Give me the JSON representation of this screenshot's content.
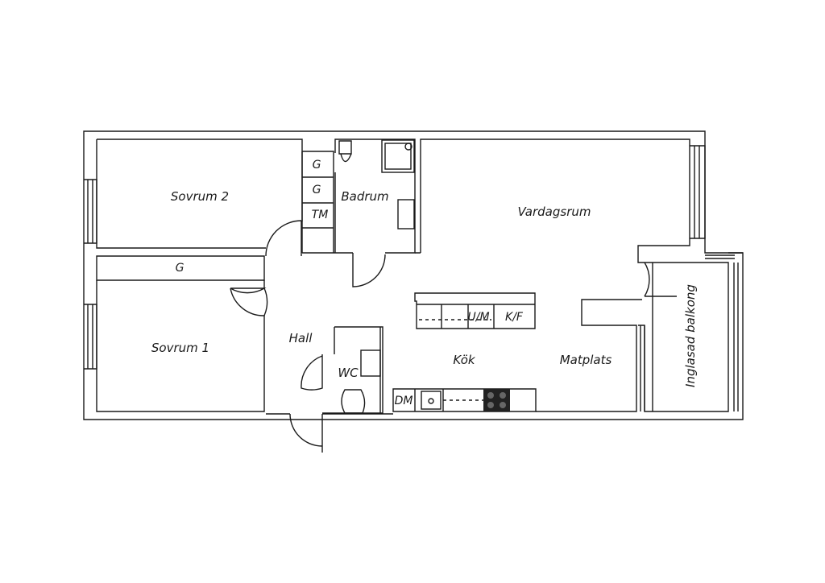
{
  "colors": {
    "wall": "#1a1a1a",
    "fill": "#ffffff",
    "stove": "#222222"
  },
  "rooms": {
    "sovrum2": "Sovrum 2",
    "sovrum1": "Sovrum 1",
    "badrum": "Badrum",
    "vardagsrum": "Vardagsrum",
    "hall": "Hall",
    "wc": "WC",
    "kok": "Kök",
    "matplats": "Matplats",
    "balkong": "Inglasad balkong"
  },
  "fixtures": {
    "g1": "G",
    "g2": "G",
    "tm": "TM",
    "g3": "G",
    "um": "U/M",
    "kf": "K/F",
    "dm": "DM"
  },
  "icons": [
    "door-swing-icon",
    "window-icon",
    "toilet-icon",
    "sink-icon",
    "shower-icon",
    "stove-icon"
  ]
}
